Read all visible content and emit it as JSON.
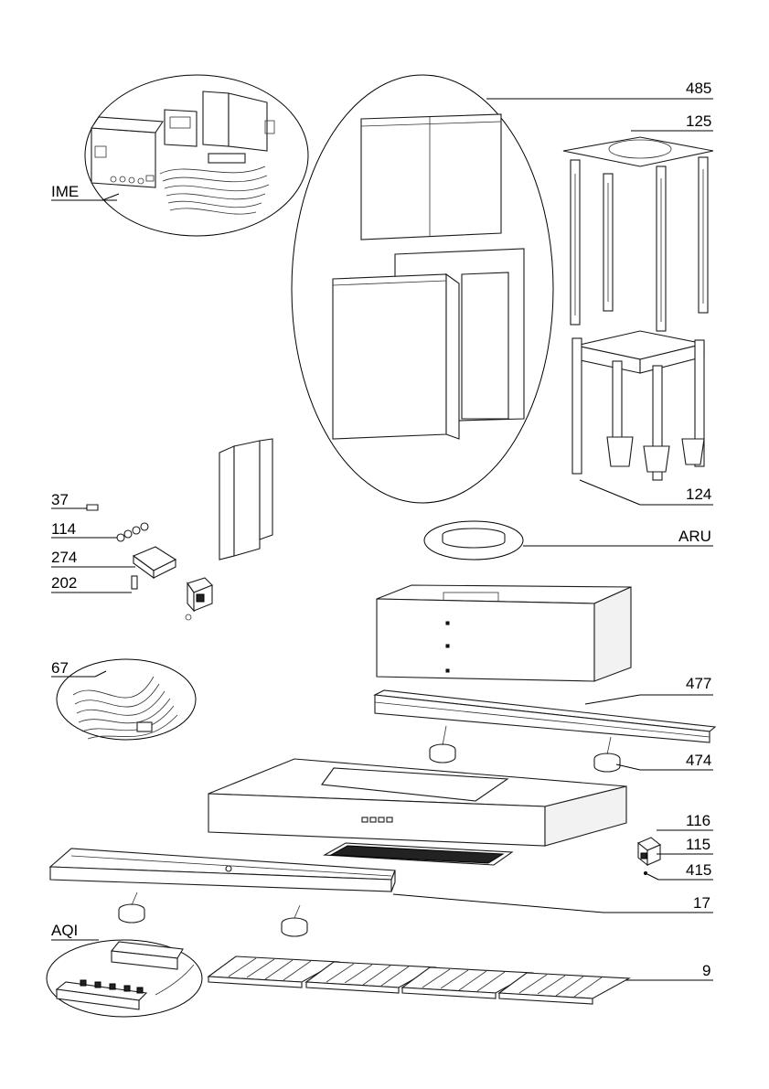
{
  "diagram": {
    "labels": [
      {
        "id": "ime",
        "text": "IME"
      },
      {
        "id": "p485",
        "text": "485"
      },
      {
        "id": "p125",
        "text": "125"
      },
      {
        "id": "p124",
        "text": "124"
      },
      {
        "id": "aru",
        "text": "ARU"
      },
      {
        "id": "p37",
        "text": "37"
      },
      {
        "id": "p114",
        "text": "114"
      },
      {
        "id": "p274",
        "text": "274"
      },
      {
        "id": "p202",
        "text": "202"
      },
      {
        "id": "p67",
        "text": "67"
      },
      {
        "id": "p477",
        "text": "477"
      },
      {
        "id": "p474",
        "text": "474"
      },
      {
        "id": "p116",
        "text": "116"
      },
      {
        "id": "p115",
        "text": "115"
      },
      {
        "id": "p415",
        "text": "415"
      },
      {
        "id": "p17",
        "text": "17"
      },
      {
        "id": "aqi",
        "text": "AQI"
      },
      {
        "id": "p9",
        "text": "9"
      }
    ]
  }
}
